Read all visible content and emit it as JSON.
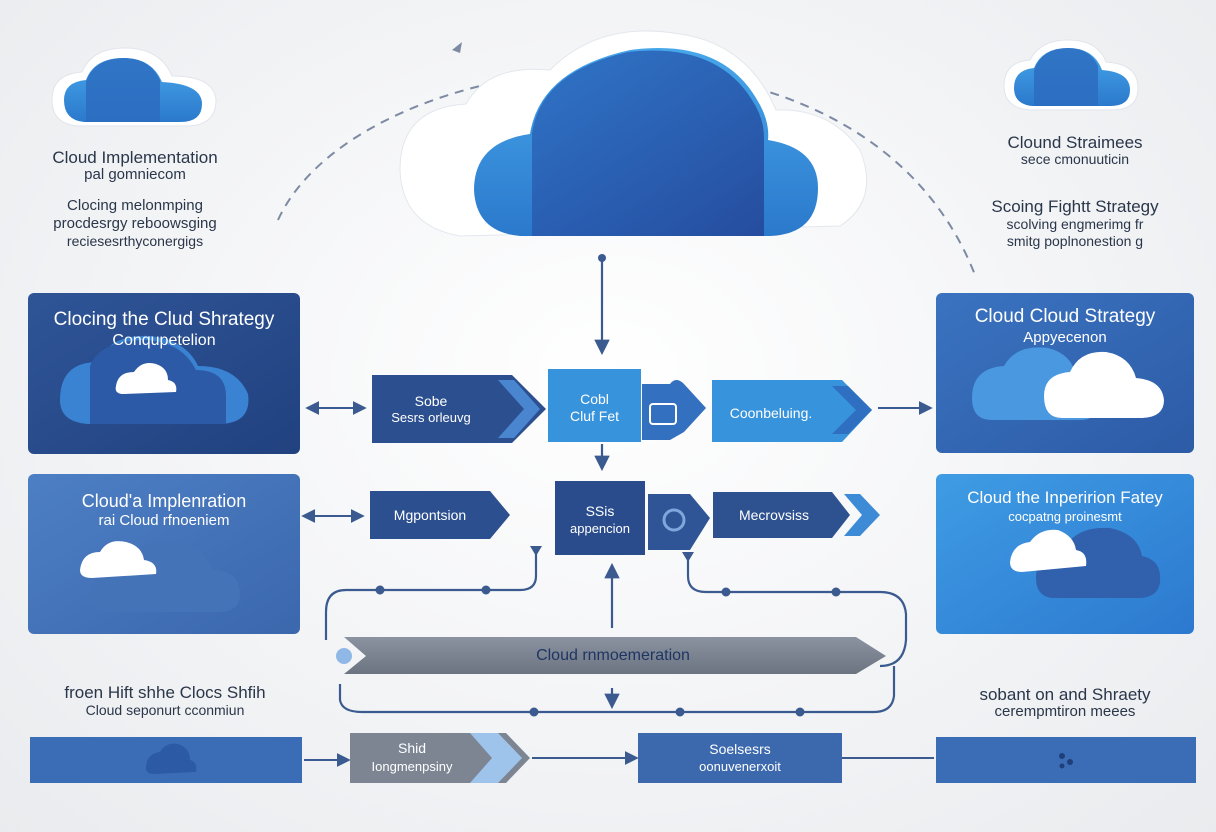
{
  "top_left": {
    "title": "Cloud Implementation",
    "subtitle": "pal gomniecom",
    "body": [
      "Clocing melonmping",
      "procdesrgy reboowsging",
      "reciesesrthyconergigs"
    ]
  },
  "top_right": {
    "title": "Clound Straimees",
    "subtitle": "sece cmonuuticin",
    "body": [
      "Scoing Fightt Strategy",
      "scolving engmerimg fr",
      "smitg poplnonestion g"
    ]
  },
  "left_panels": [
    {
      "title": "Clocing the Clud Shrategy",
      "subtitle": "Conqupetelion"
    },
    {
      "title": "Cloud'a Implenration",
      "subtitle": "rai Cloud rfnoeniem"
    }
  ],
  "right_panels": [
    {
      "title": "Cloud Cloud Strategy",
      "subtitle": "Appyecenon"
    },
    {
      "title": "Cloud the Inperirion Fatey",
      "subtitle": "cocpatng proinesmt"
    }
  ],
  "flow_row1": {
    "left_arrow": [
      "Sobe",
      "Sesrs orleuvg"
    ],
    "center_box": [
      "Cobl",
      "Cluf Fet"
    ],
    "right_arrow": "Coonbeluing."
  },
  "flow_row2": {
    "left_arrow": "Mgpontsion",
    "center_box": [
      "SSis",
      "appencion"
    ],
    "right_arrow": "Mecrovsiss"
  },
  "main_bar": "Cloud rnmoemeration",
  "bottom_left": {
    "title": "froen Hift shhe Clocs Shfih",
    "subtitle": "Cloud seponurt cconmiun"
  },
  "bottom_right": {
    "title": "sobant on and Shraety",
    "subtitle": "cerempmtiron meees"
  },
  "bottom_flow": {
    "arrow1": [
      "Shid",
      "Iongmenpsiny"
    ],
    "box2": [
      "Soelsesrs",
      "oonuvenerxoit"
    ]
  },
  "colors": {
    "navy": "#294c8c",
    "mid_blue": "#3e6fb5",
    "bright_blue": "#2f8fdb",
    "sky": "#4aa6e6",
    "gray_bar": "#7d8593",
    "connector": "#3b5a8f"
  }
}
